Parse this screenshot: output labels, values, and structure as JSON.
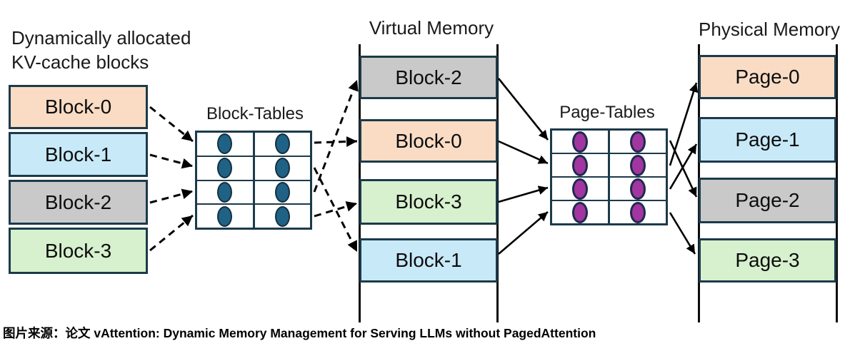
{
  "left_stack": {
    "title_line1": "Dynamically allocated",
    "title_line2": "KV-cache blocks",
    "blocks": [
      {
        "label": "Block-0",
        "color_key": "peach"
      },
      {
        "label": "Block-1",
        "color_key": "blue"
      },
      {
        "label": "Block-2",
        "color_key": "gray"
      },
      {
        "label": "Block-3",
        "color_key": "green"
      }
    ]
  },
  "block_table": {
    "title": "Block-Tables",
    "rows": 4,
    "cols": 2,
    "entry_icon": "teal-oval",
    "entry_color": "#1f6286"
  },
  "virtual_memory": {
    "title": "Virtual Memory",
    "slots": [
      {
        "label": "Block-2",
        "color_key": "gray"
      },
      {
        "label": "Block-0",
        "color_key": "peach"
      },
      {
        "label": "Block-3",
        "color_key": "green"
      },
      {
        "label": "Block-1",
        "color_key": "blue"
      }
    ]
  },
  "page_table": {
    "title": "Page-Tables",
    "rows": 4,
    "cols": 2,
    "entry_icon": "purple-oval",
    "entry_color": "#a335a0"
  },
  "physical_memory": {
    "title": "Physical Memory",
    "slots": [
      {
        "label": "Page-0",
        "color_key": "peach"
      },
      {
        "label": "Page-1",
        "color_key": "blue"
      },
      {
        "label": "Page-2",
        "color_key": "gray"
      },
      {
        "label": "Page-3",
        "color_key": "green"
      }
    ]
  },
  "arrows": {
    "kv_to_block_table": {
      "style": "dashed",
      "links": [
        {
          "from": "Block-0",
          "to": "block-table-row-1"
        },
        {
          "from": "Block-1",
          "to": "block-table-row-2"
        },
        {
          "from": "Block-2",
          "to": "block-table-row-3"
        },
        {
          "from": "Block-3",
          "to": "block-table-row-4"
        }
      ]
    },
    "block_table_to_virtual": {
      "style": "dashed",
      "links": [
        {
          "from": "block-table-row-1",
          "to": "Block-0"
        },
        {
          "from": "block-table-row-2",
          "to": "Block-1"
        },
        {
          "from": "block-table-row-3",
          "to": "Block-2"
        },
        {
          "from": "block-table-row-4",
          "to": "Block-3"
        }
      ]
    },
    "virtual_to_page_table": {
      "style": "solid",
      "links": [
        {
          "from": "Block-2",
          "to": "page-table-row-1"
        },
        {
          "from": "Block-0",
          "to": "page-table-row-2"
        },
        {
          "from": "Block-3",
          "to": "page-table-row-3"
        },
        {
          "from": "Block-1",
          "to": "page-table-row-4"
        }
      ]
    },
    "page_table_to_physical": {
      "style": "solid",
      "links": [
        {
          "from": "page-table-row-1",
          "to": "Page-2"
        },
        {
          "from": "page-table-row-2",
          "to": "Page-0"
        },
        {
          "from": "page-table-row-3",
          "to": "Page-1"
        },
        {
          "from": "page-table-row-4",
          "to": "Page-3"
        }
      ]
    }
  },
  "colors": {
    "peach": "#fadcc5",
    "blue": "#c8e9f8",
    "gray": "#c9c9c9",
    "green": "#d7f1ce",
    "block_border": "#1c3a4a",
    "teal_oval": "#1f6286",
    "purple_oval": "#a335a0",
    "arrow": "#000000"
  },
  "caption": "图片来源：论文 vAttention: Dynamic Memory Management for Serving LLMs without PagedAttention"
}
